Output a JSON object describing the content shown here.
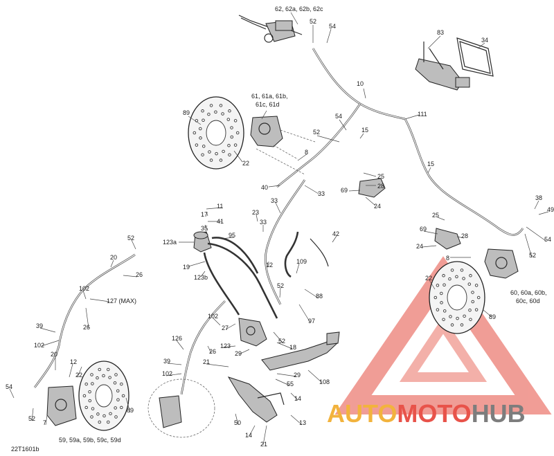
{
  "diagram": {
    "ref_code": "22T1601b",
    "labels": [
      {
        "id": "l1",
        "text": "62, 62a, 62b, 62c"
      },
      {
        "id": "l2",
        "text": "52"
      },
      {
        "id": "l3",
        "text": "54"
      },
      {
        "id": "l4",
        "text": "83"
      },
      {
        "id": "l5",
        "text": "34"
      },
      {
        "id": "l6",
        "text": "10"
      },
      {
        "id": "l7",
        "text": "111"
      },
      {
        "id": "l8",
        "text": "61, 61a, 61b,"
      },
      {
        "id": "l9",
        "text": "61c, 61d"
      },
      {
        "id": "l10",
        "text": "89"
      },
      {
        "id": "l11",
        "text": "54"
      },
      {
        "id": "l12",
        "text": "15"
      },
      {
        "id": "l13",
        "text": "52"
      },
      {
        "id": "l14",
        "text": "8"
      },
      {
        "id": "l15",
        "text": "22"
      },
      {
        "id": "l16",
        "text": "15"
      },
      {
        "id": "l17",
        "text": "25"
      },
      {
        "id": "l18",
        "text": "28"
      },
      {
        "id": "l19",
        "text": "40"
      },
      {
        "id": "l20",
        "text": "33"
      },
      {
        "id": "l21",
        "text": "69"
      },
      {
        "id": "l22",
        "text": "24"
      },
      {
        "id": "l23",
        "text": "33"
      },
      {
        "id": "l24",
        "text": "11"
      },
      {
        "id": "l25",
        "text": "17"
      },
      {
        "id": "l26",
        "text": "41"
      },
      {
        "id": "l27",
        "text": "23"
      },
      {
        "id": "l28",
        "text": "33"
      },
      {
        "id": "l29",
        "text": "38"
      },
      {
        "id": "l30",
        "text": "49"
      },
      {
        "id": "l31",
        "text": "25"
      },
      {
        "id": "l32",
        "text": "35"
      },
      {
        "id": "l33",
        "text": "95"
      },
      {
        "id": "l34",
        "text": "42"
      },
      {
        "id": "l35",
        "text": "69"
      },
      {
        "id": "l36",
        "text": "28"
      },
      {
        "id": "l37",
        "text": "54"
      },
      {
        "id": "l38",
        "text": "52"
      },
      {
        "id": "l39",
        "text": "123a"
      },
      {
        "id": "l40",
        "text": "24"
      },
      {
        "id": "l41",
        "text": "52"
      },
      {
        "id": "l42",
        "text": "19"
      },
      {
        "id": "l43",
        "text": "12"
      },
      {
        "id": "l44",
        "text": "109"
      },
      {
        "id": "l45",
        "text": "123b"
      },
      {
        "id": "l46",
        "text": "8"
      },
      {
        "id": "l47",
        "text": "20"
      },
      {
        "id": "l48",
        "text": "26"
      },
      {
        "id": "l49",
        "text": "22"
      },
      {
        "id": "l50",
        "text": "52"
      },
      {
        "id": "l51",
        "text": "88"
      },
      {
        "id": "l52",
        "text": "102"
      },
      {
        "id": "l53",
        "text": "127 (MAX)"
      },
      {
        "id": "l54",
        "text": "60, 60a, 60b,"
      },
      {
        "id": "l55",
        "text": "60c, 60d"
      },
      {
        "id": "l56",
        "text": "26"
      },
      {
        "id": "l57",
        "text": "102"
      },
      {
        "id": "l58",
        "text": "97"
      },
      {
        "id": "l59",
        "text": "89"
      },
      {
        "id": "l60",
        "text": "39"
      },
      {
        "id": "l61",
        "text": "27"
      },
      {
        "id": "l62",
        "text": "52"
      },
      {
        "id": "l63",
        "text": "102"
      },
      {
        "id": "l64",
        "text": "126"
      },
      {
        "id": "l65",
        "text": "123"
      },
      {
        "id": "l66",
        "text": "18"
      },
      {
        "id": "l67",
        "text": "26"
      },
      {
        "id": "l68",
        "text": "20"
      },
      {
        "id": "l69",
        "text": "29"
      },
      {
        "id": "l70",
        "text": "12"
      },
      {
        "id": "l71",
        "text": "39"
      },
      {
        "id": "l72",
        "text": "21"
      },
      {
        "id": "l73",
        "text": "29"
      },
      {
        "id": "l74",
        "text": "22"
      },
      {
        "id": "l75",
        "text": "102"
      },
      {
        "id": "l76",
        "text": "108"
      },
      {
        "id": "l77",
        "text": "55"
      },
      {
        "id": "l78",
        "text": "54"
      },
      {
        "id": "l79",
        "text": "14"
      },
      {
        "id": "l80",
        "text": "52"
      },
      {
        "id": "l81",
        "text": "7"
      },
      {
        "id": "l82",
        "text": "89"
      },
      {
        "id": "l83",
        "text": "50"
      },
      {
        "id": "l84",
        "text": "13"
      },
      {
        "id": "l85",
        "text": "14"
      },
      {
        "id": "l86",
        "text": "59, 59a, 59b, 59c, 59d"
      },
      {
        "id": "l87",
        "text": "21"
      }
    ]
  },
  "watermark": {
    "part1": "AUTO",
    "part2": "MOTO",
    "part3": "HUB",
    "color_auto": "#f2b33d",
    "color_moto": "#e8534a",
    "color_hub": "#7d7d7d"
  }
}
